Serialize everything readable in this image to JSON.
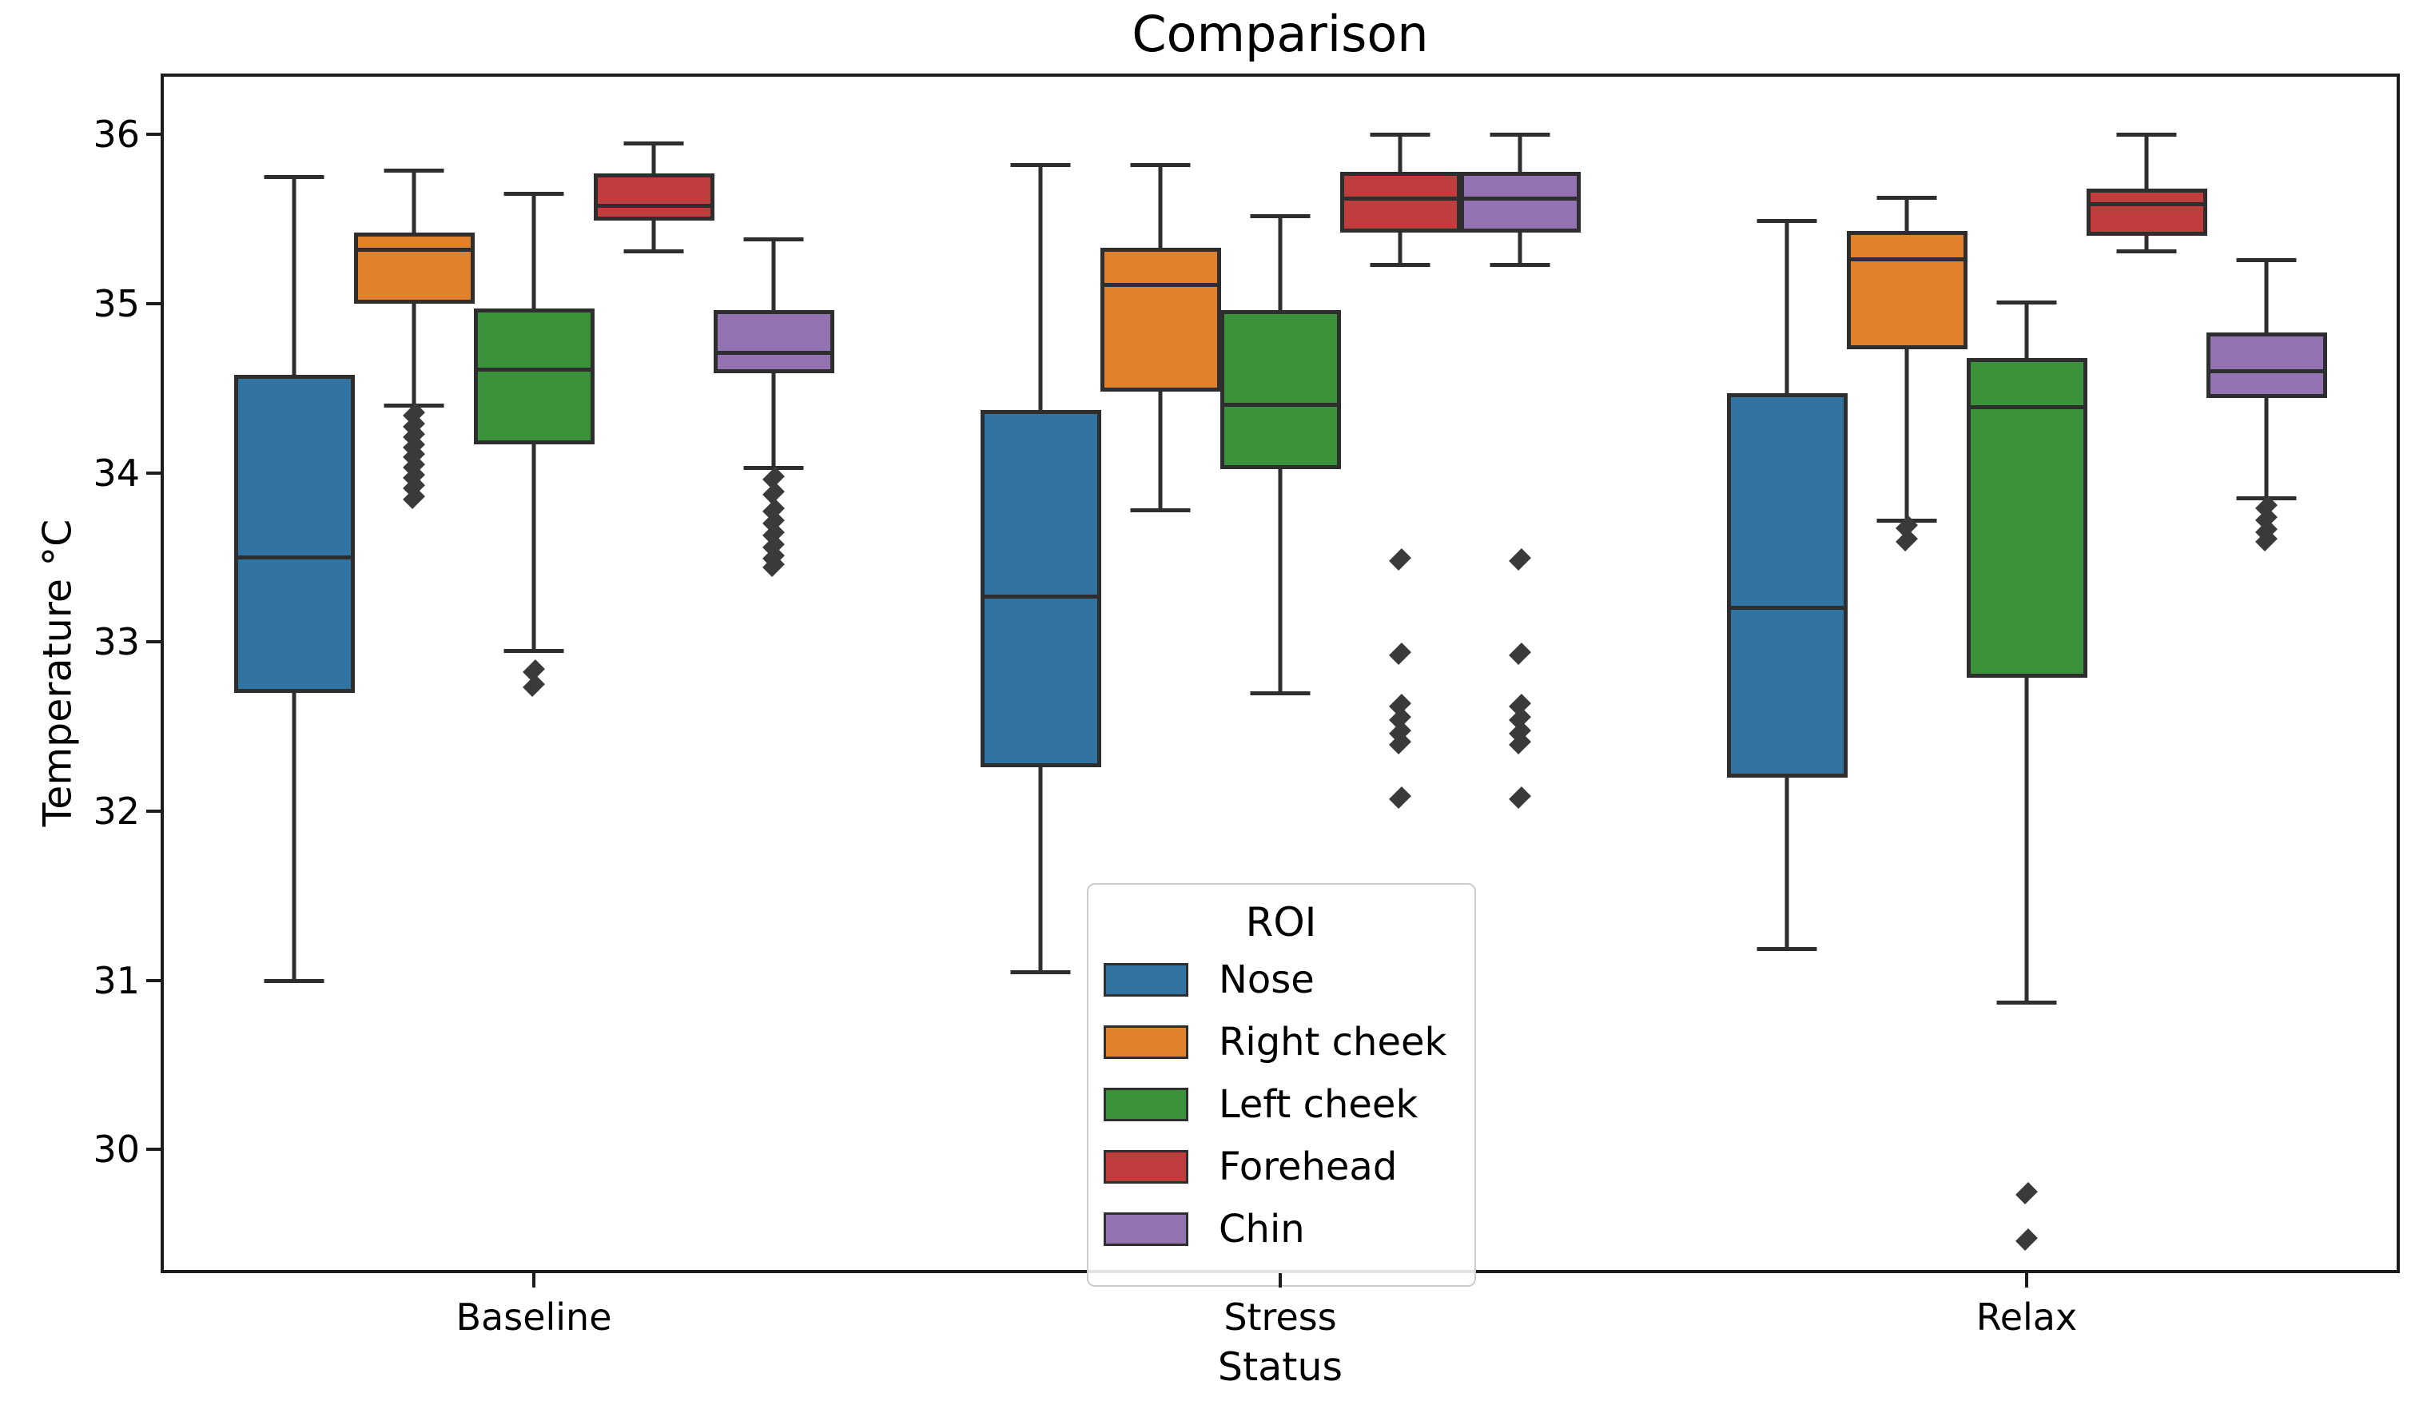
{
  "title": "Comparison",
  "axes": {
    "y_label": "Temperature °C",
    "x_label": "Status",
    "y_ticks": [
      36,
      35,
      34,
      33,
      32,
      31,
      30
    ],
    "categories": [
      "Baseline",
      "Stress",
      "Relax"
    ]
  },
  "legend": {
    "title": "ROI",
    "entries": [
      {
        "label": "Nose",
        "color": "#3274a1"
      },
      {
        "label": "Right cheek",
        "color": "#e1812c"
      },
      {
        "label": "Left cheek",
        "color": "#3a923a"
      },
      {
        "label": "Forehead",
        "color": "#c03d3e"
      },
      {
        "label": "Chin",
        "color": "#9372b2"
      }
    ]
  },
  "style_colors": {
    "box_edge": "#2e2e2e",
    "outlier": "#3a3a3a",
    "spine": "#1c1c1c"
  },
  "chart_data": {
    "type": "boxplot",
    "title": "Comparison",
    "xlabel": "Status",
    "ylabel": "Temperature °C",
    "categories": [
      "Baseline",
      "Stress",
      "Relax"
    ],
    "y_ticks": [
      36,
      35,
      34,
      33,
      32,
      31,
      30
    ],
    "ylim": [
      29.27,
      36.36
    ],
    "grid": false,
    "legend_title": "ROI",
    "legend_position": "inside lower-center",
    "series": [
      {
        "name": "Nose",
        "color": "#3274a1",
        "boxes": [
          {
            "category": "Baseline",
            "whislo": 31.0,
            "q1": 32.7,
            "med": 33.5,
            "q3": 34.58,
            "whishi": 35.75,
            "outliers": []
          },
          {
            "category": "Stress",
            "whislo": 31.05,
            "q1": 32.26,
            "med": 33.27,
            "q3": 34.37,
            "whishi": 35.82,
            "outliers": []
          },
          {
            "category": "Relax",
            "whislo": 31.19,
            "q1": 32.2,
            "med": 33.2,
            "q3": 34.47,
            "whishi": 35.49,
            "outliers": []
          }
        ]
      },
      {
        "name": "Right cheek",
        "color": "#e1812c",
        "boxes": [
          {
            "category": "Baseline",
            "whislo": 34.4,
            "q1": 35.0,
            "med": 35.32,
            "q3": 35.42,
            "whishi": 35.79,
            "outliers": [
              34.35,
              34.28,
              34.22,
              34.16,
              34.1,
              34.04,
              33.98,
              33.92,
              33.85
            ]
          },
          {
            "category": "Stress",
            "whislo": 33.78,
            "q1": 34.48,
            "med": 35.11,
            "q3": 35.33,
            "whishi": 35.82,
            "outliers": []
          },
          {
            "category": "Relax",
            "whislo": 33.72,
            "q1": 34.73,
            "med": 35.26,
            "q3": 35.43,
            "whishi": 35.63,
            "outliers": [
              33.68,
              33.6
            ]
          }
        ]
      },
      {
        "name": "Left cheek",
        "color": "#3a923a",
        "boxes": [
          {
            "category": "Baseline",
            "whislo": 32.95,
            "q1": 34.17,
            "med": 34.61,
            "q3": 34.97,
            "whishi": 35.65,
            "outliers": [
              32.83,
              32.74
            ]
          },
          {
            "category": "Stress",
            "whislo": 32.7,
            "q1": 34.02,
            "med": 34.4,
            "q3": 34.96,
            "whishi": 35.52,
            "outliers": []
          },
          {
            "category": "Relax",
            "whislo": 30.87,
            "q1": 32.79,
            "med": 34.39,
            "q3": 34.68,
            "whishi": 35.01,
            "outliers": [
              29.74,
              29.47
            ]
          }
        ]
      },
      {
        "name": "Forehead",
        "color": "#c03d3e",
        "boxes": [
          {
            "category": "Baseline",
            "whislo": 35.31,
            "q1": 35.49,
            "med": 35.58,
            "q3": 35.77,
            "whishi": 35.95,
            "outliers": []
          },
          {
            "category": "Stress",
            "whislo": 35.23,
            "q1": 35.42,
            "med": 35.62,
            "q3": 35.78,
            "whishi": 36.0,
            "outliers": [
              33.49,
              32.93,
              32.63,
              32.55,
              32.47,
              32.4,
              32.08
            ]
          },
          {
            "category": "Relax",
            "whislo": 35.31,
            "q1": 35.4,
            "med": 35.59,
            "q3": 35.68,
            "whishi": 36.0,
            "outliers": []
          }
        ]
      },
      {
        "name": "Chin",
        "color": "#9372b2",
        "boxes": [
          {
            "category": "Baseline",
            "whislo": 34.03,
            "q1": 34.59,
            "med": 34.71,
            "q3": 34.96,
            "whishi": 35.38,
            "outliers": [
              33.97,
              33.88,
              33.78,
              33.71,
              33.64,
              33.57,
              33.5,
              33.45
            ]
          },
          {
            "category": "Stress",
            "whislo": 35.23,
            "q1": 35.42,
            "med": 35.62,
            "q3": 35.78,
            "whishi": 36.0,
            "outliers": [
              33.49,
              32.93,
              32.63,
              32.55,
              32.47,
              32.4,
              32.08
            ]
          },
          {
            "category": "Relax",
            "whislo": 33.85,
            "q1": 34.44,
            "med": 34.6,
            "q3": 34.83,
            "whishi": 35.26,
            "outliers": [
              33.8,
              33.73,
              33.66,
              33.6
            ]
          }
        ]
      }
    ]
  }
}
